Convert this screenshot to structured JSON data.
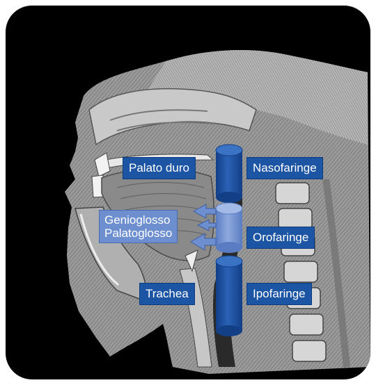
{
  "labels": {
    "palato_duro": "Palato duro",
    "nasofaringe": "Nasofaringe",
    "genioglosso": "Genioglosso",
    "palatoglosso": "Palatoglosso",
    "orofaringe": "Orofaringe",
    "trachea": "Trachea",
    "ipofaringe": "Ipofaringe"
  },
  "colors": {
    "frame": "#000000",
    "label_dark": "#1b55a3",
    "label_light": "#6d8fd0",
    "cylinder_dark": "#1a4e9c",
    "cylinder_light": "#6f8fd0"
  }
}
